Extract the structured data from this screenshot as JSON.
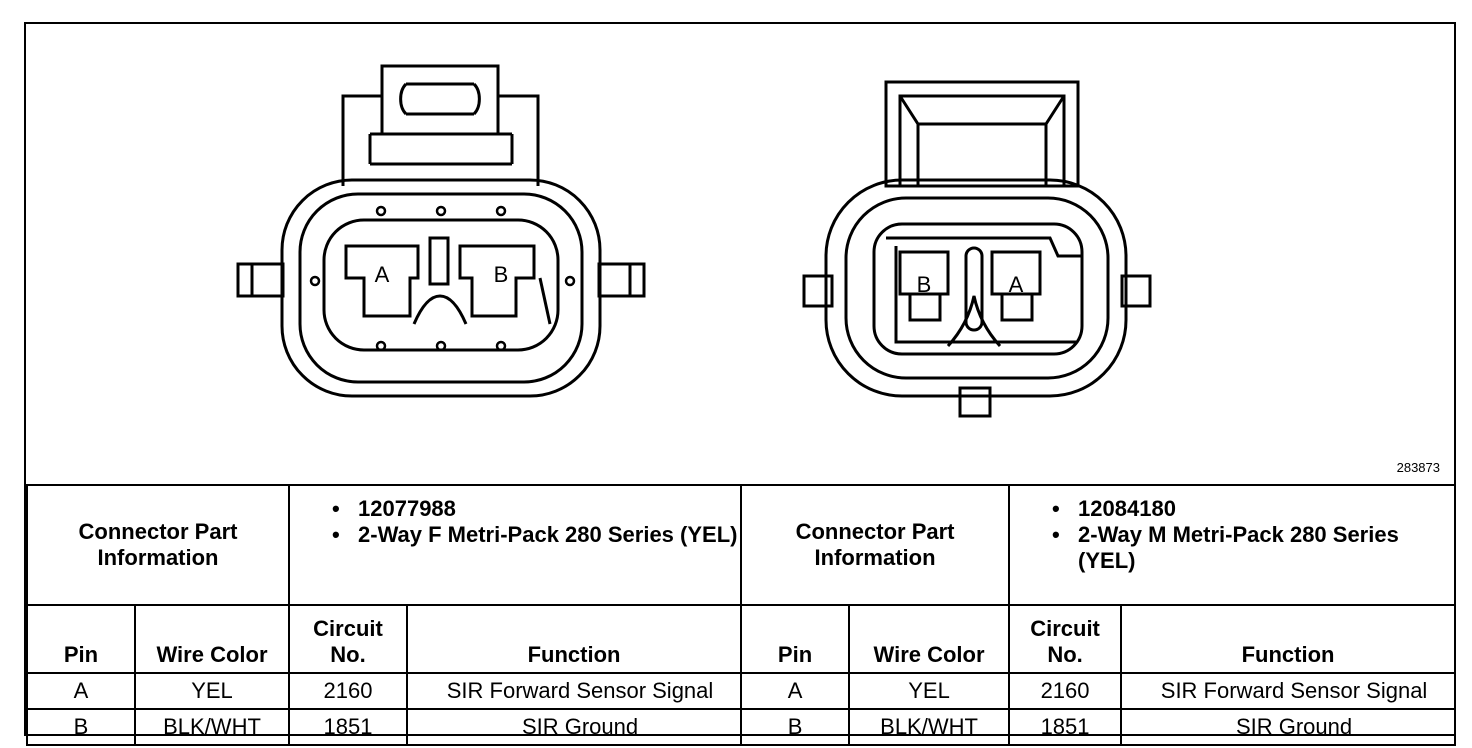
{
  "figure_id": "283873",
  "connectors": [
    {
      "info_label": [
        "Connector Part",
        "Information"
      ],
      "part_info": [
        "12077988",
        "2-Way F Metri-Pack 280 Series (YEL)"
      ],
      "pins": [
        "A",
        "B"
      ]
    },
    {
      "info_label": [
        "Connector Part",
        "Information"
      ],
      "part_info": [
        "12084180",
        "2-Way M Metri-Pack 280 Series (YEL)"
      ],
      "pins": [
        "B",
        "A"
      ]
    }
  ],
  "columns": {
    "pin": "Pin",
    "wire_color": "Wire Color",
    "circuit_no": [
      "Circuit",
      "No."
    ],
    "function": "Function"
  },
  "bullet": "•",
  "rows": [
    {
      "left": {
        "pin": "A",
        "wire_color": "YEL",
        "circuit": "2160",
        "function": "SIR Forward Sensor Signal"
      },
      "right": {
        "pin": "A",
        "wire_color": "YEL",
        "circuit": "2160",
        "function": "SIR Forward Sensor Signal"
      }
    },
    {
      "left": {
        "pin": "B",
        "wire_color": "BLK/WHT",
        "circuit": "1851",
        "function": "SIR Ground"
      },
      "right": {
        "pin": "B",
        "wire_color": "BLK/WHT",
        "circuit": "1851",
        "function": "SIR Ground"
      }
    }
  ]
}
